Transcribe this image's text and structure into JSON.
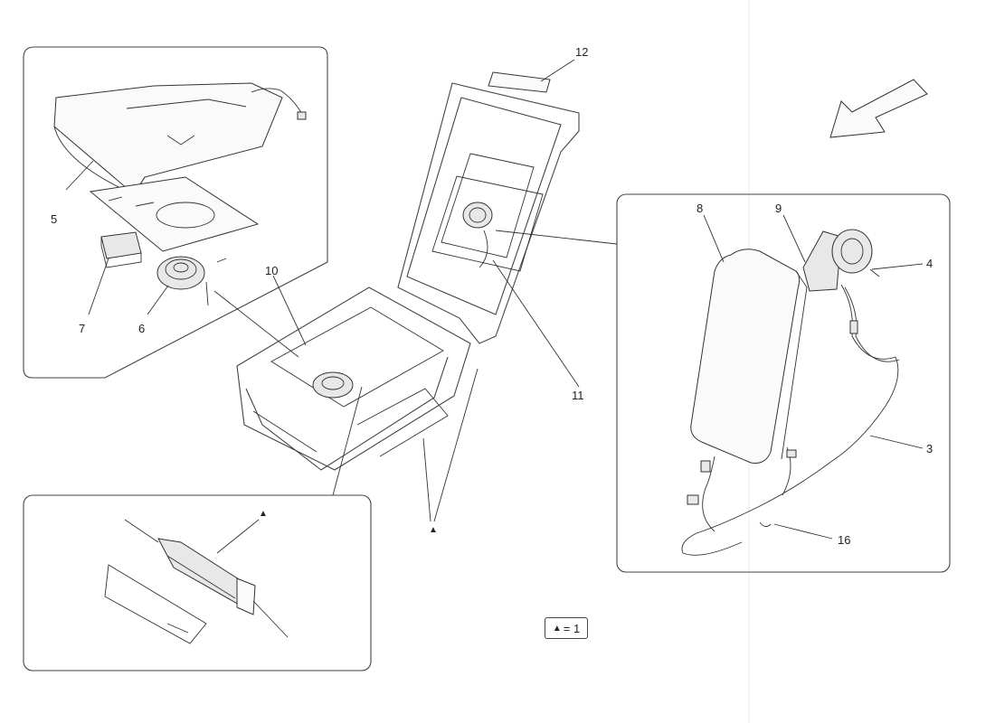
{
  "callouts": {
    "c12": "12",
    "c5": "5",
    "c7": "7",
    "c6": "6",
    "c10": "10",
    "c11": "11",
    "c8": "8",
    "c9": "9",
    "c4": "4",
    "c3": "3",
    "c16": "16"
  },
  "legend": {
    "symbol": "▲",
    "text": "= 1"
  },
  "marker_symbol": "▲"
}
